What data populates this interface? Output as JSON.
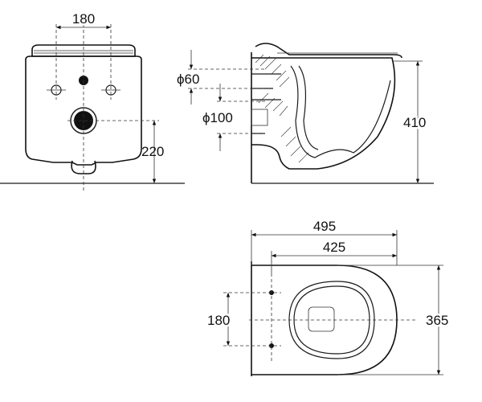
{
  "front_view": {
    "width_dim": "180",
    "height_dim": "220"
  },
  "side_view": {
    "dia_small": "ϕ60",
    "dia_large": "ϕ100",
    "height_dim": "410"
  },
  "top_view": {
    "total_length": "495",
    "inner_length": "425",
    "bolt_spacing": "180",
    "width_dim": "365"
  }
}
